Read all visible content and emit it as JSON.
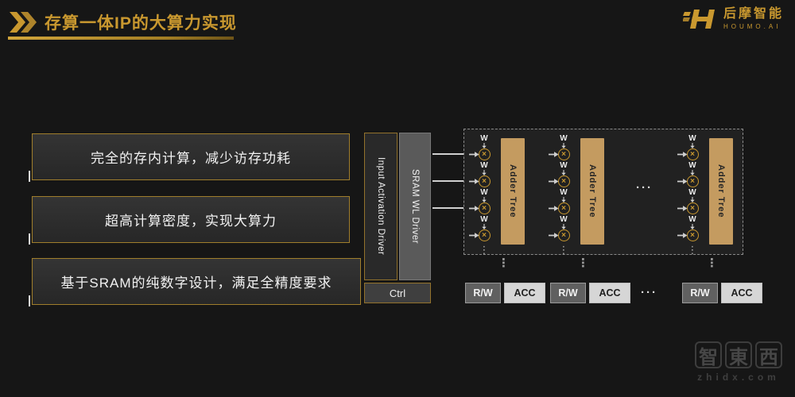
{
  "header": {
    "title": "存算一体IP的大算力实现",
    "logo": {
      "name": "后摩智能",
      "domain": "HOUMO.AI"
    }
  },
  "bullets": [
    {
      "text": "完全的存内计算，减少访存功耗"
    },
    {
      "text": "超高计算密度，实现大算力"
    },
    {
      "text": "基于SRAM的纯数字设计，满足全精度要求"
    }
  ],
  "driver": {
    "input_label": "Input Activation Driver",
    "sram_label": "SRAM WL Driver",
    "ctrl_label": "Ctrl"
  },
  "array": {
    "w_label": "W",
    "multiply_symbol": "×",
    "adder_tree_label": "Adder Tree",
    "h_ellipsis": "···",
    "v_ellipsis": "⋮",
    "rw_label": "R/W",
    "acc_label": "ACC"
  },
  "watermark": {
    "chars": [
      "智",
      "東",
      "西"
    ],
    "domain": "zhidx.com"
  },
  "colors": {
    "gold": "#C9982F",
    "gold-dark": "#8F6F2A",
    "bg": "#161616",
    "panel": "#2D2D2D",
    "adder": "#C49B60",
    "arrow": "#CFCFCF"
  }
}
